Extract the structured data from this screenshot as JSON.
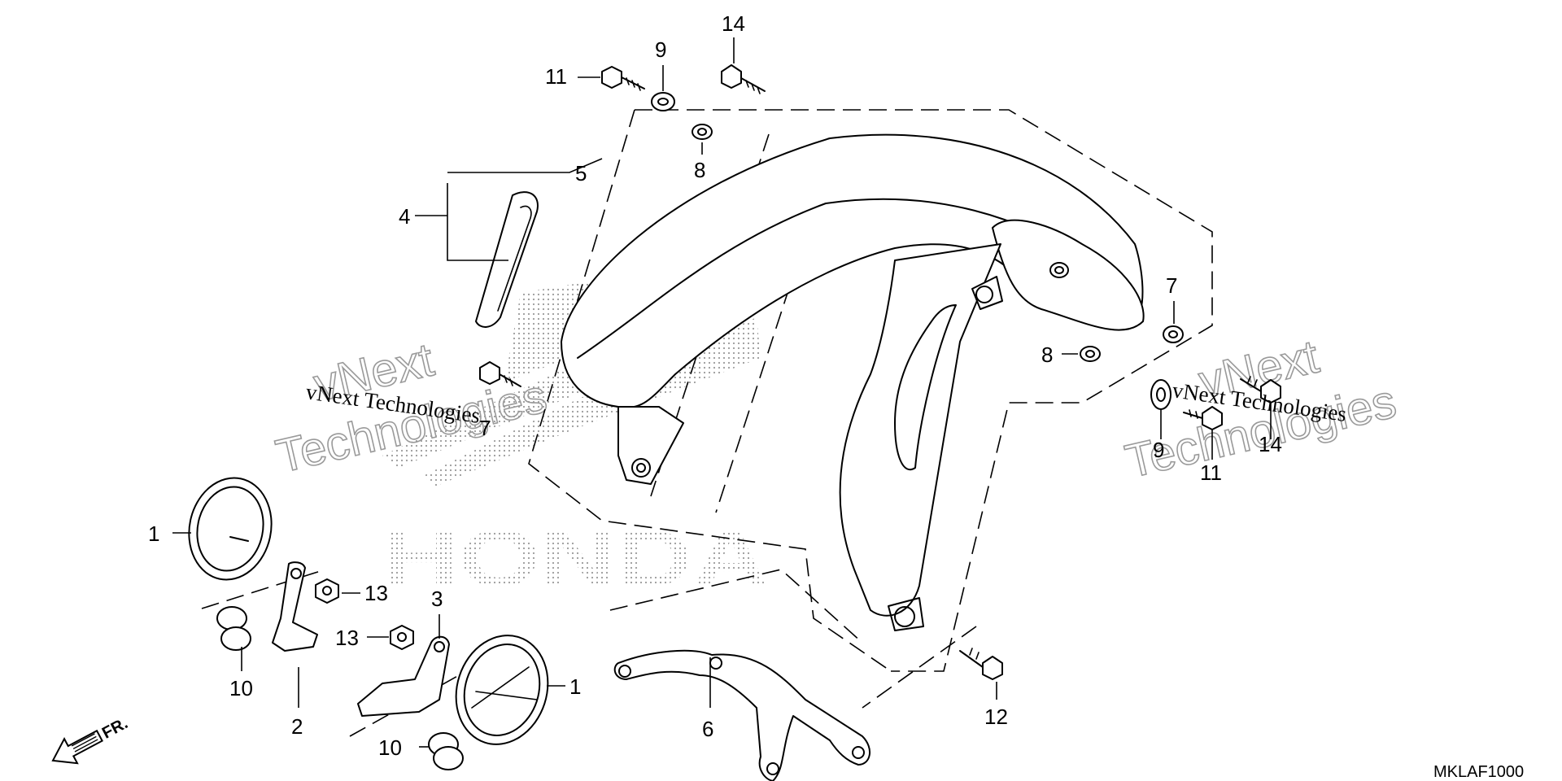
{
  "diagram": {
    "drawing_code": "MKLAF1000",
    "front_marker": "FR.",
    "watermarks": [
      {
        "serif": "vNext Technologies",
        "big_top": "vNext",
        "big_bottom": "Technologies"
      },
      {
        "serif": "vNext Technologies",
        "big_top": "vNext",
        "big_bottom": "Technologies"
      }
    ],
    "logo_text": "HONDA",
    "callouts": {
      "p1a": "1",
      "p1b": "1",
      "p2": "2",
      "p3": "3",
      "p4": "4",
      "p5": "5",
      "p6": "6",
      "p7": "7",
      "p8a": "8",
      "p8b": "8",
      "p9a": "9",
      "p9b": "9",
      "p10a": "10",
      "p10b": "10",
      "p11a": "11",
      "p11b": "11",
      "p12": "12",
      "p13a": "13",
      "p13b": "13",
      "p14a": "14",
      "p14b": "14",
      "p7s": "7"
    }
  }
}
